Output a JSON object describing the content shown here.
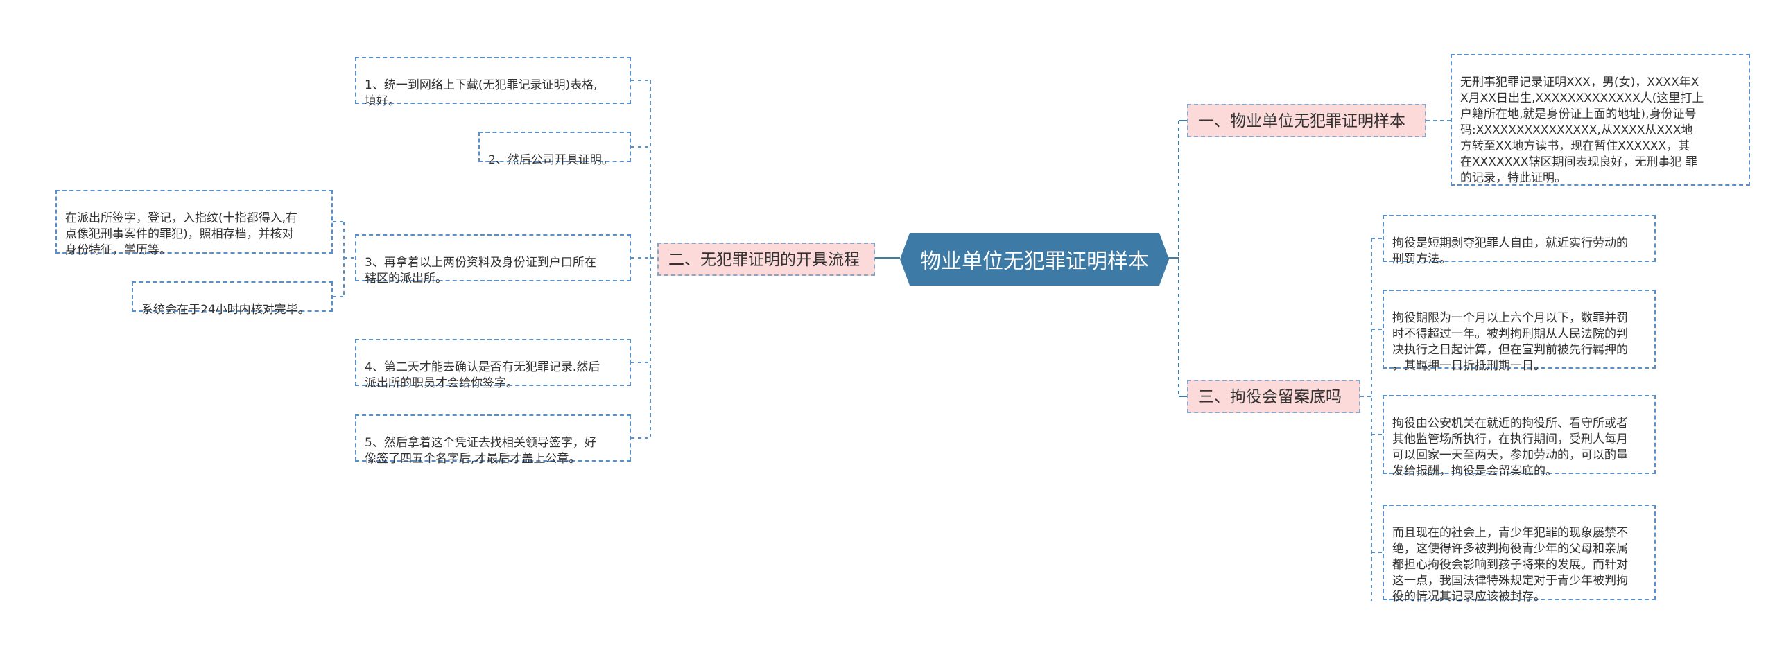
{
  "colors": {
    "root_fill": "#3e7aa6",
    "branch_fill": "#fcdada",
    "leaf_border": "#5b8fc7",
    "connector": "#3e7aa6"
  },
  "root": {
    "label": "物业单位无犯罪证明样本"
  },
  "branches": {
    "sample": {
      "label": "一、物业单位无犯罪证明样本",
      "leaves": [
        "无刑事犯罪记录证明XXX，男(女)，XXXX年X\nX月XX日出生,XXXXXXXXXXXXX人(这里打上\n户籍所在地,就是身份证上面的地址),身份证号\n码:XXXXXXXXXXXXXXX,从XXXX从XXX地\n方转至XX地方读书，现在暂住XXXXXX，其\n在XXXXXXX辖区期间表现良好，无刑事犯 罪\n的记录，特此证明。"
      ]
    },
    "process": {
      "label": "二、无犯罪证明的开具流程",
      "leaves": [
        "1、统一到网络上下载(无犯罪记录证明)表格,\n填好。",
        "2、然后公司开具证明。",
        "3、再拿着以上两份资料及身份证到户口所在\n辖区的派出所。",
        "4、第二天才能去确认是否有无犯罪记录.然后\n派出所的职员才会给你签字。",
        "5、然后拿着这个凭证去找相关领导签字，好\n像签了四五个名字后,才最后才盖上公章。"
      ],
      "subleaves": [
        "在派出所签字，登记，入指纹(十指都得入,有\n点像犯刑事案件的罪犯)，照相存档，并核对\n身份特征，学历等。",
        "系统会在于24小时内核对完毕。"
      ]
    },
    "detention": {
      "label": "三、拘役会留案底吗",
      "leaves": [
        "拘役是短期剥夺犯罪人自由，就近实行劳动的\n刑罚方法。",
        "拘役期限为一个月以上六个月以下，数罪并罚\n时不得超过一年。被判拘刑期从人民法院的判\n决执行之日起计算，但在宣判前被先行羁押的\n，其羁押一日折抵刑期一日。",
        "拘役由公安机关在就近的拘役所、看守所或者\n其他监管场所执行，在执行期间，受刑人每月\n可以回家一天至两天，参加劳动的，可以酌量\n发给报酬，拘役是会留案底的。",
        "而且现在的社会上，青少年犯罪的现象屡禁不\n绝，这使得许多被判拘役青少年的父母和亲属\n都担心拘役会影响到孩子将来的发展。而针对\n这一点，我国法律特殊规定对于青少年被判拘\n役的情况其记录应该被封存。"
      ]
    }
  }
}
